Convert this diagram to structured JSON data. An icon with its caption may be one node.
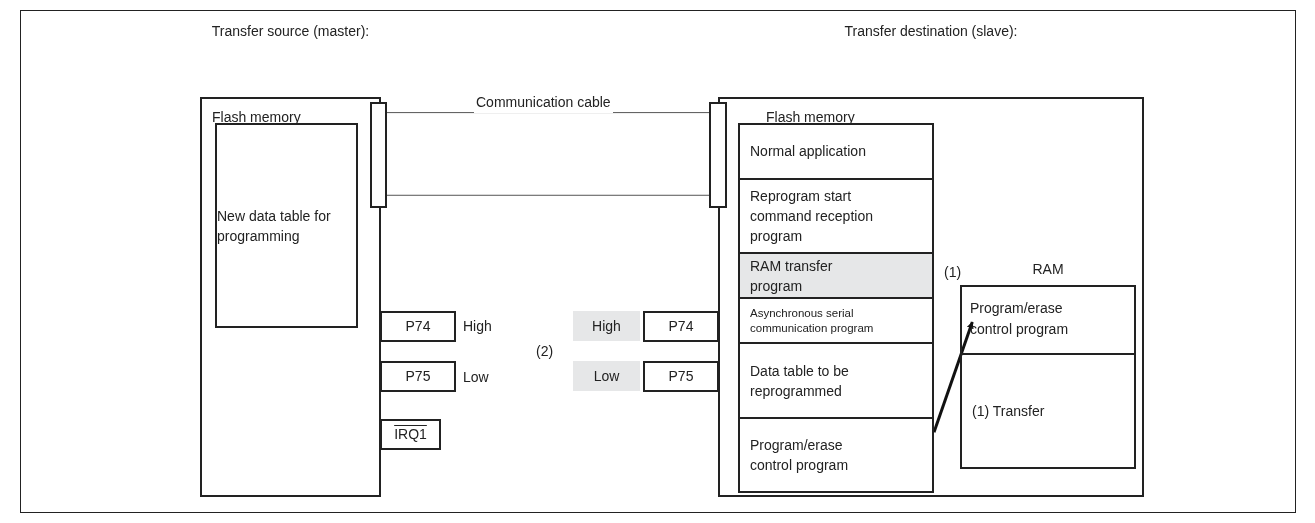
{
  "diagram": {
    "nodes": [
      {
        "text": [
          "Transfer source (master):",
          "Flash memory"
        ]
      },
      {
        "text": [
          "New data table for programming"
        ],
        "in": 0
      },
      {
        "text": [],
        "shape": "box"
      },
      {
        "text": [
          "P74"
        ]
      },
      {
        "text": [
          "P75"
        ]
      },
      {
        "text": [
          "IRQ1"
        ]
      },
      {
        "text": [
          "Transfer destination (slave):",
          "Flash memory"
        ]
      },
      {
        "text": [],
        "shape": "box"
      },
      {
        "text": [
          "Normal application"
        ],
        "in": 6
      },
      {
        "text": [
          "Reprogram start command reception program"
        ],
        "in": 6
      },
      {
        "text": [
          "RAM transfer program"
        ],
        "in": 6,
        "beside": [
          "(1)"
        ]
      },
      {
        "text": [
          "Asynchronous serial communication program"
        ],
        "in": 6
      },
      {
        "text": [
          "Data table to be reprogrammed"
        ],
        "in": 6
      },
      {
        "text": [
          "Program/erase control program"
        ],
        "in": 6
      },
      {
        "text": [
          "P74"
        ]
      },
      {
        "text": [
          "P75"
        ]
      },
      {
        "text": [
          "RAM"
        ],
        "in": 6
      },
      {
        "text": [
          "Program/erase control program"
        ],
        "in": 16
      },
      {
        "text": [
          "(1) Transfer"
        ],
        "in": 16
      }
    ],
    "edges": [
      {
        "from": 2,
        "to": 7,
        "arrow": "none",
        "label": "Communication cable"
      },
      {
        "from": 2,
        "to": 7,
        "arrow": "none"
      },
      {
        "from": 13,
        "to": 17,
        "arrow": "to",
        "style": "thick"
      }
    ],
    "labels": [
      "High",
      "Low",
      "(2)",
      "High",
      "Low"
    ]
  }
}
